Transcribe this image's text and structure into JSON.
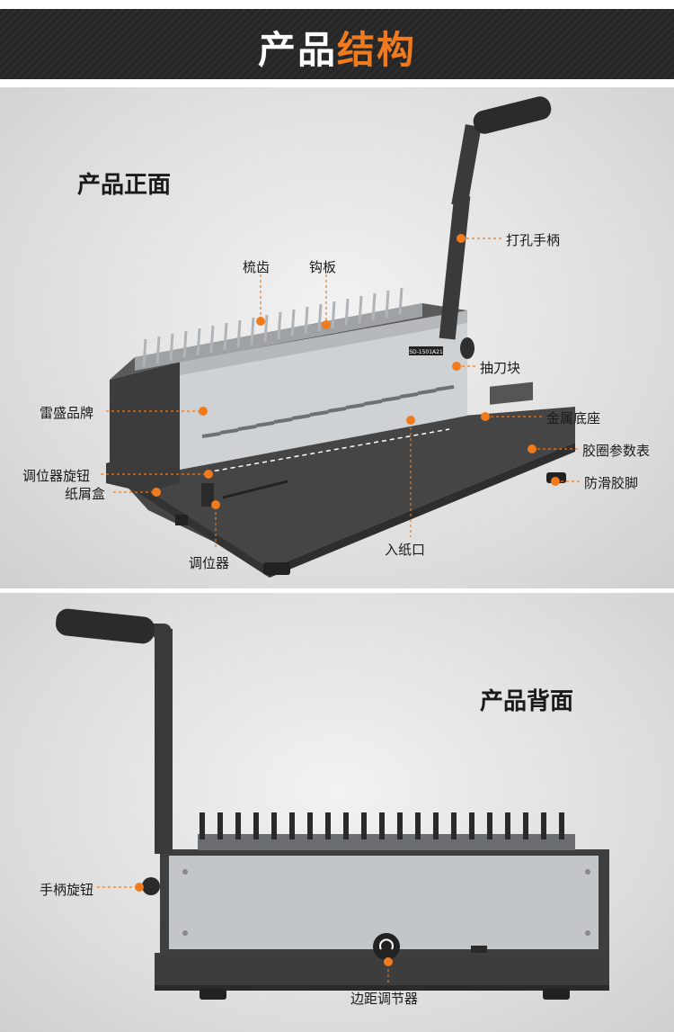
{
  "header": {
    "title_part1": "产品",
    "title_part2": "结构"
  },
  "front": {
    "title": "产品正面",
    "model_plate": "SD-1501A21",
    "labels": {
      "handle": "打孔手柄",
      "comb": "梳齿",
      "hook_plate": "钩板",
      "cutter_block": "抽刀块",
      "brand": "雷盛品牌",
      "metal_base": "金属底座",
      "param_table": "胶圈参数表",
      "knob": "调位器旋钮",
      "antislip_foot": "防滑胶脚",
      "scrap_box": "纸屑盒",
      "paper_inlet": "入纸口",
      "positioner": "调位器"
    }
  },
  "back": {
    "title": "产品背面",
    "labels": {
      "handle_knob": "手柄旋钮",
      "margin_adjuster": "边距调节器"
    }
  },
  "colors": {
    "accent": "#f07a1c",
    "header_bg": "#262626",
    "machine_dark": "#4a4a4a",
    "metal": "#c9ccce"
  }
}
